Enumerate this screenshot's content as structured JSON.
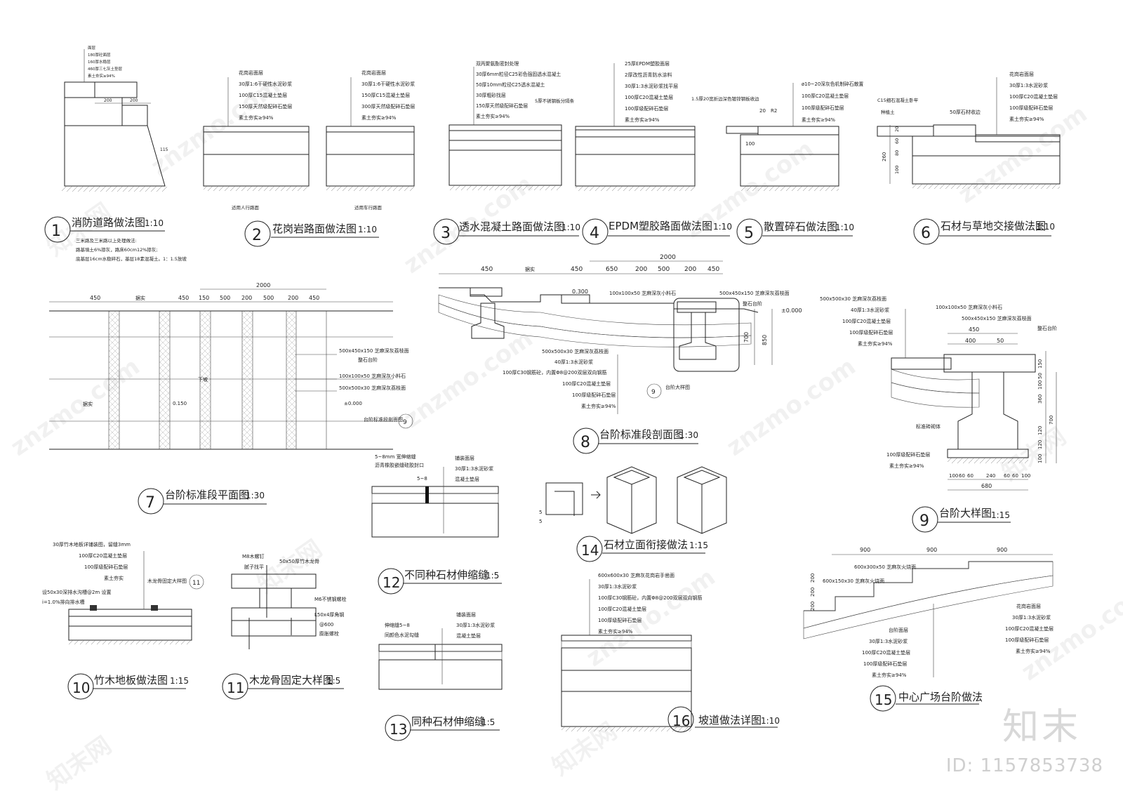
{
  "details": [
    {
      "num": "1",
      "title": "消防道路做法图",
      "scale": "1:10",
      "layers": [
        "面层",
        "180厚砼面层",
        "160厚水稳层",
        "460厚三七灰土垫层",
        "素土夯实≥94%"
      ],
      "dims": [
        "200",
        "200",
        "115"
      ],
      "notes": [
        "三米路及三米路以上处理做法:",
        "路基填土6%掺灰，路床60cm12%掺灰;",
        "底基层16cm水稳碎石，基层18素混凝土。1：1.5放坡"
      ]
    },
    {
      "num": "2",
      "title": "花岗岩路面做法图",
      "scale": "1:10",
      "layersA": [
        "花岗岩面层",
        "30厚1:6干硬性水泥砂浆",
        "100厚C15混凝土垫层",
        "150厚天然级配碎石垫层",
        "素土夯实≥94%"
      ],
      "layersB": [
        "花岗岩面层",
        "30厚1:6干硬性水泥砂浆",
        "150厚C15混凝土垫层",
        "300厚天然级配碎石垫层",
        "素土夯实≥94%"
      ],
      "captionA": "适用人行路面",
      "captionB": "适用车行路面"
    },
    {
      "num": "3",
      "title": "透水混凝土路面做法图",
      "scale": "1:10",
      "layers": [
        "双丙聚氨酯密封处理",
        "30厚6mm粒径C25彩色强固透水混凝土",
        "50厚10mm粒径C25透水混凝土",
        "30厚粗砂找层",
        "150厚天然级配碎石垫层",
        "素土夯实≥94%"
      ],
      "note": "5厚不锈钢板分隔条"
    },
    {
      "num": "4",
      "title": "EPDM塑胶路面做法图",
      "scale": "1:10",
      "layers": [
        "25厚EPDM塑胶面层",
        "2厚改性沥青防水涂料",
        "30厚1:3水泥砂浆找平层",
        "100厚C20混凝土垫层",
        "100厚级配碎石垫层",
        "素土夯实≥94%"
      ]
    },
    {
      "num": "5",
      "title": "散置碎石做法图",
      "scale": "1:10",
      "layers": [
        "ø10~20深灰色机制碎石散置",
        "100厚C20混凝土垫层",
        "100厚级配碎石垫层",
        "素土夯实≥94%"
      ],
      "note": "1.5厚20宽折边深色镀锌钢板收边",
      "dims": [
        "20",
        "R2",
        "100"
      ]
    },
    {
      "num": "6",
      "title": "石材与草地交接做法图",
      "scale": "1:10",
      "layers": [
        "花岗岩面层",
        "30厚1:3水泥砂浆",
        "100厚C20混凝土垫层",
        "100厚级配碎石垫层",
        "素土夯实≥94%"
      ],
      "notes": [
        "C15细石混凝土卧牢",
        "种植土",
        "50厚石材收边"
      ],
      "dims": [
        "260",
        "20",
        "60",
        "80",
        "100"
      ]
    },
    {
      "num": "7",
      "title": "台阶标准段平面图",
      "scale": "1:30",
      "dims": [
        "450",
        "据实",
        "450",
        "150",
        "500",
        "200",
        "500",
        "200",
        "450",
        "2000"
      ],
      "labels": [
        "500x450x150  芝麻深灰荔枝面",
        "整石台阶",
        "100x100x50  芝麻深灰小料石",
        "500x500x30  芝麻深灰荔枝面",
        "据实",
        "0.150",
        "±0.000",
        "下坡",
        "台阶标准段剖面图"
      ]
    },
    {
      "num": "8",
      "title": "台阶标准段剖面图",
      "scale": "1:30",
      "dims": [
        "450",
        "据实",
        "450",
        "650",
        "200",
        "500",
        "200",
        "450",
        "2000",
        "700",
        "850"
      ],
      "labels": [
        "0.300",
        "100x100x50  芝麻深灰小料石",
        "500x450x150  芝麻深灰荔枝面",
        "整石台阶",
        "±0.000",
        "500x500x30  芝麻深灰荔枝面",
        "40厚1:3水泥砂浆",
        "100厚C30钢筋砼，内置Φ8@200双层双向钢筋",
        "100厚C20混凝土垫层",
        "100厚级配碎石垫层",
        "素土夯实≥94%",
        "台阶大样图"
      ]
    },
    {
      "num": "9",
      "title": "台阶大样图",
      "scale": "1:15",
      "labels": [
        "500x500x30  芝麻深灰荔枝面",
        "40厚1:3水泥砂浆",
        "100厚C20混凝土垫层",
        "100厚级配碎石垫层",
        "素土夯实≥94%",
        "100x100x50  芝麻深灰小料石",
        "500x450x150  芝麻深灰荔枝面",
        "整石台阶",
        "标准砖砌体",
        "100厚级配碎石垫层",
        "素土夯实≥94%"
      ],
      "dims": [
        "450",
        "400",
        "50",
        "150",
        "50",
        "100",
        "360",
        "700",
        "120",
        "120",
        "100",
        "100",
        "60",
        "60",
        "240",
        "60",
        "60",
        "100",
        "680"
      ]
    },
    {
      "num": "10",
      "title": "竹木地板做法图",
      "scale": "1:15",
      "labels": [
        "30厚竹木地板详铺装图，留缝3mm",
        "100厚C20混凝土垫层",
        "100厚级配碎石垫层",
        "素土夯实",
        "木龙骨固定大样图",
        "设50x30深排水沟槽@2m 设置",
        "i=1.0%排向排水槽"
      ]
    },
    {
      "num": "11",
      "title": "木龙骨固定大样图",
      "scale": "1:5",
      "labels": [
        "M8木螺钉",
        "腻子找平",
        "50x50厚竹木龙骨",
        "M6不锈钢螺栓",
        "L50x4厚角钢",
        "@600",
        "膨胀螺栓"
      ]
    },
    {
      "num": "12",
      "title": "不同种石材伸缩缝",
      "scale": "1:5",
      "labels": [
        "5~8mm 宽伸缩缝",
        "沥青橡胶嵌缝硅胶封口",
        "铺装面层",
        "30厚1:3水泥砂浆",
        "混凝土垫层",
        "5~8"
      ]
    },
    {
      "num": "13",
      "title": "同种石材伸缩缝",
      "scale": "1:5",
      "labels": [
        "伸缩缝5~8",
        "同颜色水泥勾缝",
        "铺装面层",
        "30厚1:3水泥砂浆",
        "混凝土垫层"
      ]
    },
    {
      "num": "14",
      "title": "石材立面衔接做法",
      "scale": "1:15",
      "dims": [
        "5",
        "5"
      ]
    },
    {
      "num": "15",
      "title": "中心广场台阶做法",
      "scale": "",
      "dims": [
        "900",
        "900",
        "900",
        "200",
        "200",
        "200"
      ],
      "labels": [
        "600x300x50  芝麻灰火烧面",
        "600x150x30  芝麻灰火烧面",
        "花岗岩面层",
        "30厚1:3水泥砂浆",
        "100厚C20混凝土垫层",
        "100厚级配碎石垫层",
        "素土夯实≥94%",
        "台阶面层",
        "30厚1:3水泥砂浆",
        "100厚C20混凝土垫层",
        "100厚级配碎石垫层",
        "素土夯实≥94%"
      ]
    },
    {
      "num": "16",
      "title": "坡道做法详图",
      "scale": "1:10",
      "layers": [
        "600x600x30  芝麻灰花岗岩手凿面",
        "30厚1:3水泥砂浆",
        "100厚C30钢筋砼，内置Φ8@200双层双向钢筋",
        "100厚C20混凝土垫层",
        "100厚级配碎石垫层",
        "素土夯实≥94%"
      ]
    }
  ],
  "watermark": "znzmo.com",
  "watermark_cn": "知末网",
  "brand": "知末",
  "id_label": "ID: 1157853738",
  "colors": {
    "line": "#222222",
    "watermark": "#e6e6e6",
    "paper": "#ffffff"
  }
}
